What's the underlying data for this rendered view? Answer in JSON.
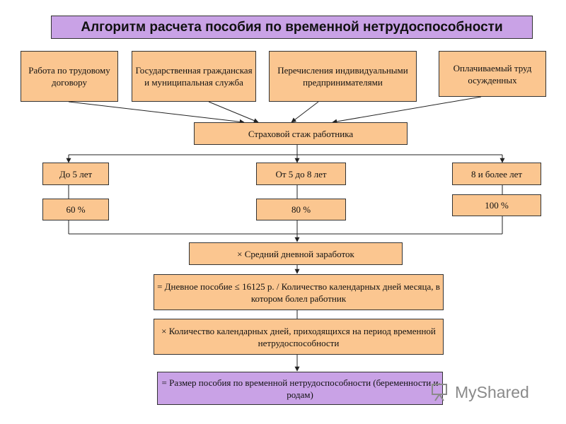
{
  "title": "Алгоритм расчета пособия по временной нетрудоспособности",
  "sources": [
    "Работа по трудовому договору",
    "Государственная гражданская и муниципальная служба",
    "Перечисления индивидуальными предпринимателями",
    "Оплачиваемый труд осужденных"
  ],
  "stazh": "Страховой стаж работника",
  "brackets": [
    {
      "label": "До 5 лет",
      "percent": "60 %"
    },
    {
      "label": "От 5 до 8 лет",
      "percent": "80 %"
    },
    {
      "label": "8 и более лет",
      "percent": "100 %"
    }
  ],
  "steps": {
    "avg_earnings": "× Средний дневной заработок",
    "daily_benefit": "= Дневное пособие ≤ 16125 р. / Количество календарных дней месяца, в котором болел работник",
    "days_count": "× Количество календарных дней, приходящихся на период временной нетрудоспособности",
    "result": "= Размер пособия по временной нетрудоспособности (беременности и родам)"
  },
  "watermark": "MyShared",
  "colors": {
    "box_fill": "#fbc690",
    "accent_fill": "#c9a2e6",
    "border": "#333333"
  }
}
